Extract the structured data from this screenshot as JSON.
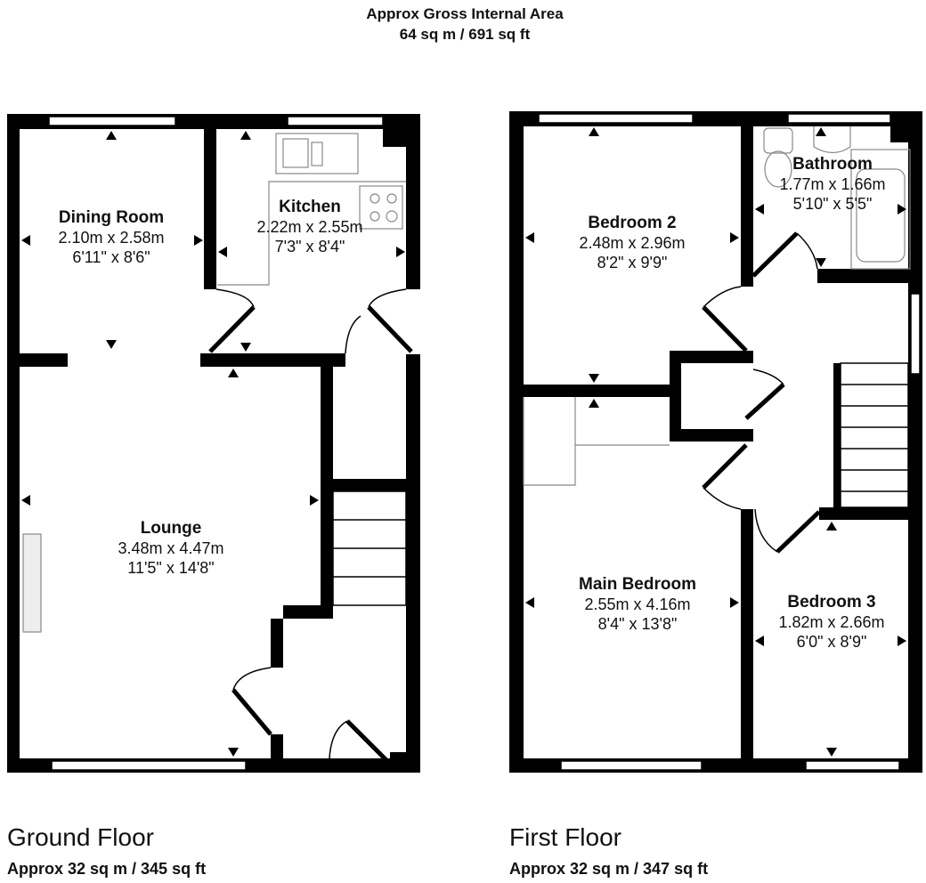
{
  "header": {
    "line1": "Approx Gross Internal Area",
    "line2": "64 sq m / 691 sq ft"
  },
  "floors": [
    {
      "name": "Ground Floor",
      "area": "Approx 32 sq m / 345 sq ft",
      "rooms": [
        {
          "name": "Dining Room",
          "metric": "2.10m x 2.58m",
          "imperial": "6'11\" x 8'6\""
        },
        {
          "name": "Kitchen",
          "metric": "2.22m x 2.55m",
          "imperial": "7'3\" x 8'4\""
        },
        {
          "name": "Lounge",
          "metric": "3.48m x 4.47m",
          "imperial": "11'5\" x 14'8\""
        }
      ]
    },
    {
      "name": "First Floor",
      "area": "Approx 32 sq m / 347 sq ft",
      "rooms": [
        {
          "name": "Bedroom 2",
          "metric": "2.48m x 2.96m",
          "imperial": "8'2\" x 9'9\""
        },
        {
          "name": "Bathroom",
          "metric": "1.77m x 1.66m",
          "imperial": "5'10\" x 5'5\""
        },
        {
          "name": "Main Bedroom",
          "metric": "2.55m x 4.16m",
          "imperial": "8'4\" x 13'8\""
        },
        {
          "name": "Bedroom 3",
          "metric": "1.82m x 2.66m",
          "imperial": "6'0\" x 8'9\""
        }
      ]
    }
  ]
}
